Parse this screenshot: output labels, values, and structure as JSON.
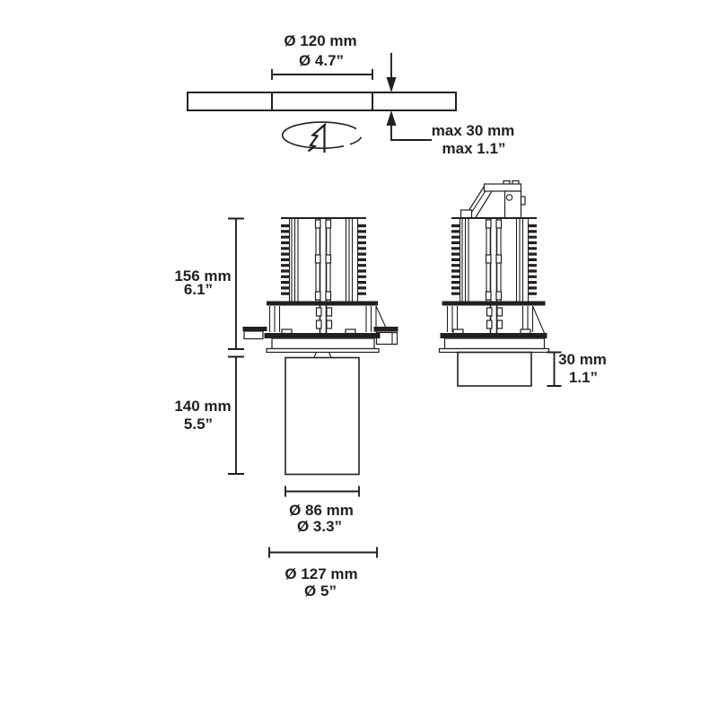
{
  "colors": {
    "ink": "#231f20",
    "paper": "#ffffff"
  },
  "icons": {
    "rotate_install": "twist-lock-rotation-arrow-icon"
  },
  "dims": {
    "cutout": {
      "metric": "Ø 120 mm",
      "imperial": "Ø 4.7”"
    },
    "ceiling_max": {
      "line1": "max 30 mm",
      "line2": "max 1.1”"
    },
    "recess": {
      "metric": "156 mm",
      "imperial": "6.1”"
    },
    "body_height": {
      "metric": "140 mm",
      "imperial": "5.5”"
    },
    "protrusion": {
      "metric": "30 mm",
      "imperial": "1.1”"
    },
    "body_diameter": {
      "metric": "Ø 86 mm",
      "imperial": "Ø 3.3”"
    },
    "trim_diameter": {
      "metric": "Ø 127 mm",
      "imperial": "Ø 5”"
    }
  }
}
